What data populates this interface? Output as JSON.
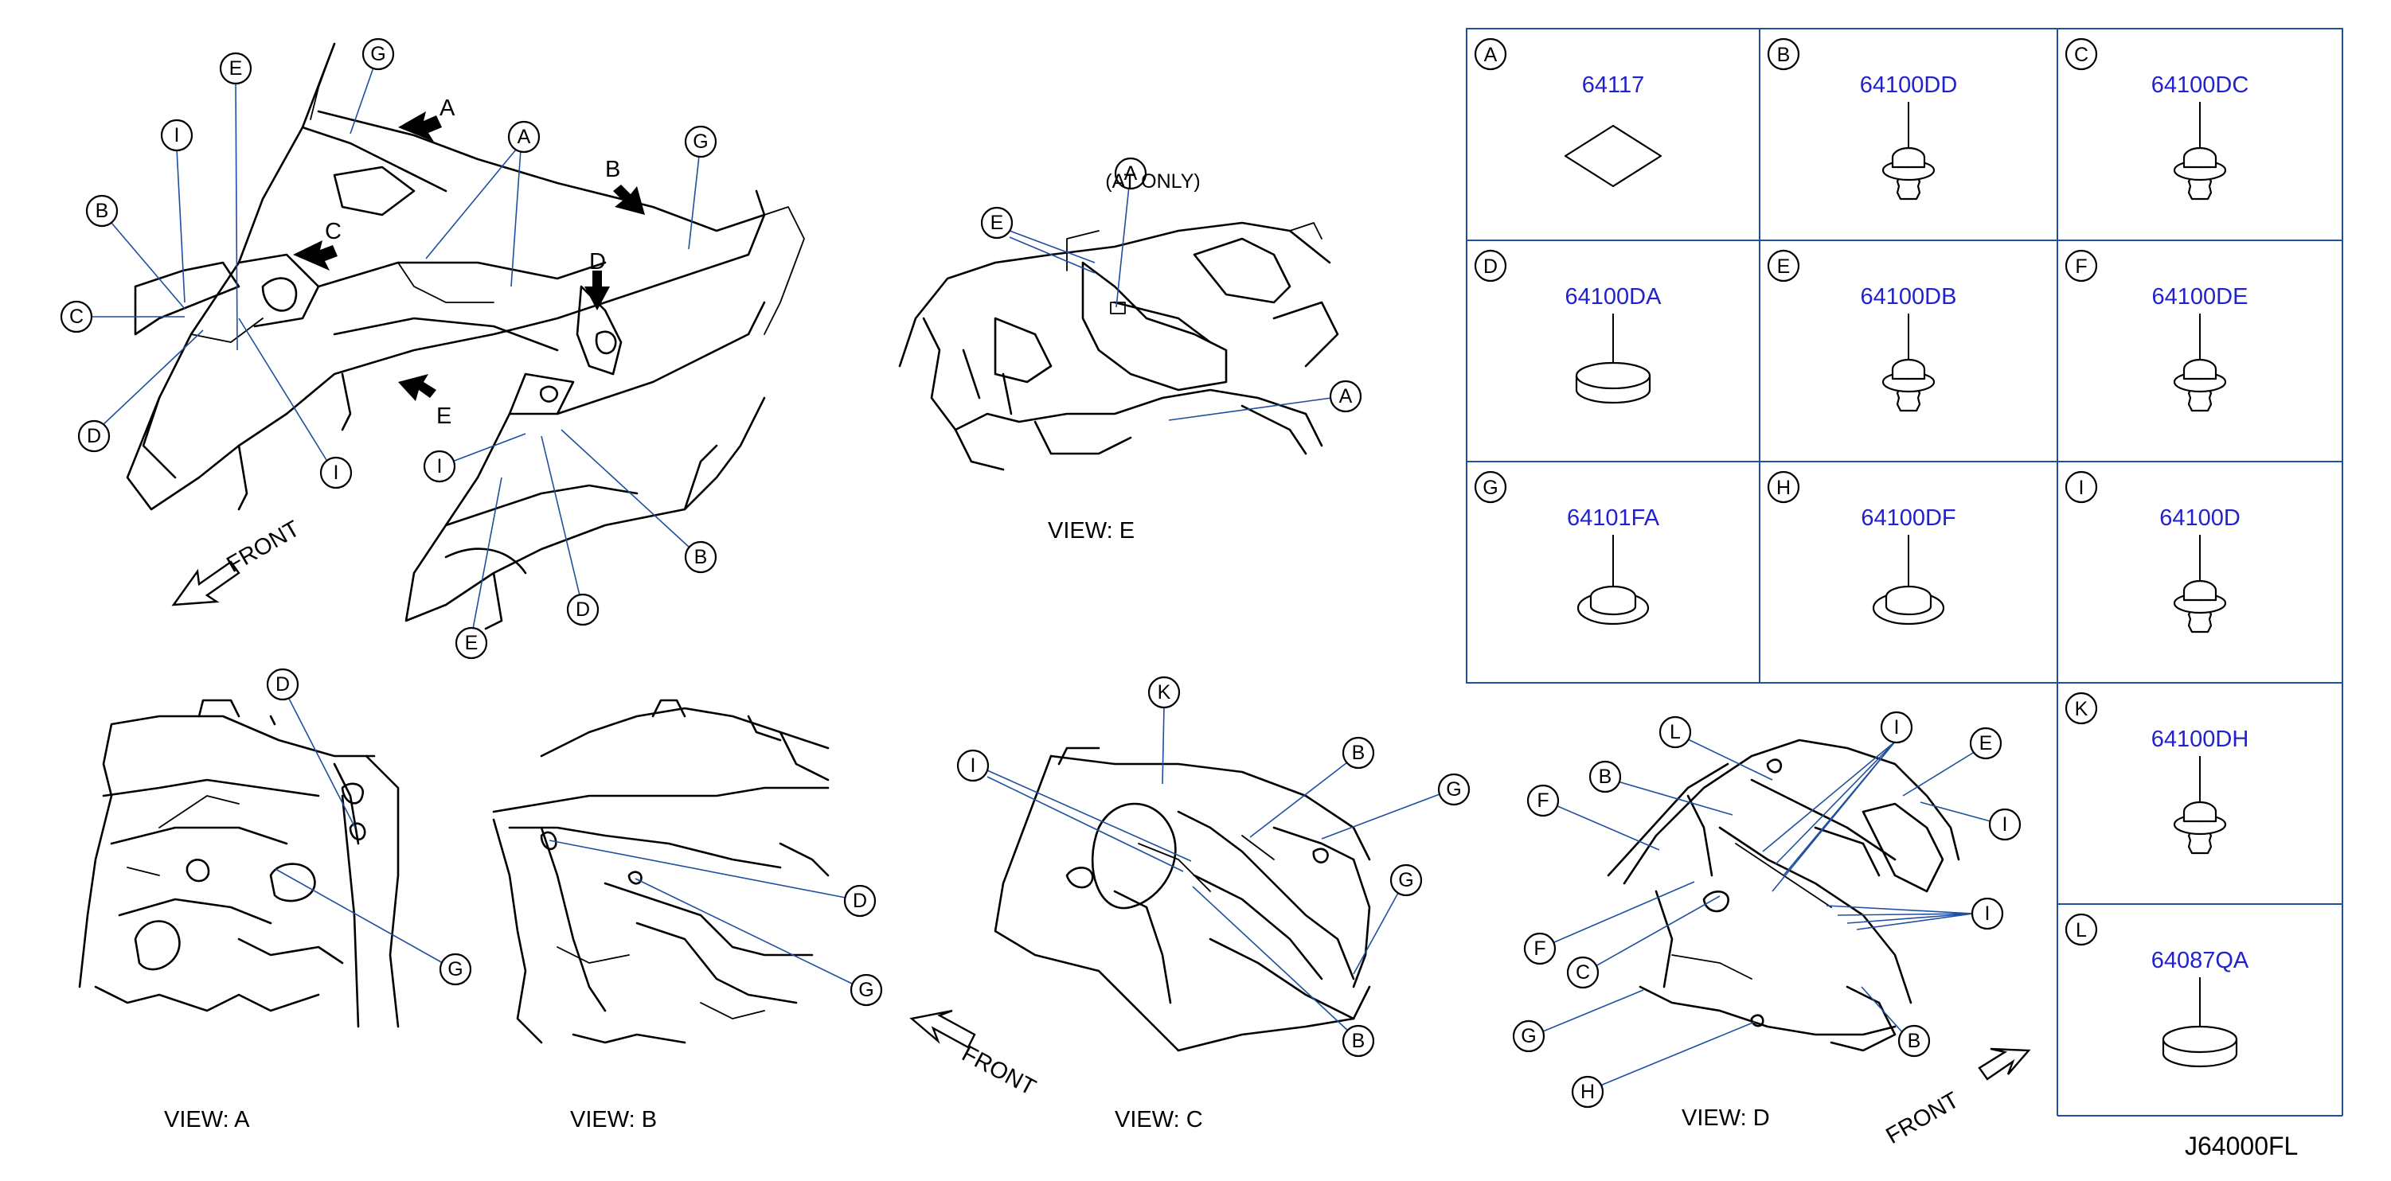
{
  "diagram_code": "J64000FL",
  "front_label": "FRONT",
  "arrows": {
    "a": "A",
    "b": "B",
    "c": "C",
    "d": "D",
    "e": "E"
  },
  "callout_letters": {
    "a": "A",
    "b": "B",
    "c": "C",
    "d": "D",
    "e": "E",
    "f": "F",
    "g": "G",
    "h": "H",
    "i": "I",
    "k": "K",
    "l": "L"
  },
  "view_e": {
    "title": "VIEW:  E",
    "note": "(AT   ONLY)"
  },
  "views": {
    "a": "VIEW:  A",
    "b": "VIEW:  B",
    "c": "VIEW:  C",
    "d": "VIEW:  D"
  },
  "parts": [
    {
      "key": "A",
      "part_number": "64117",
      "shape": "pad"
    },
    {
      "key": "B",
      "part_number": "64100DD",
      "shape": "clip"
    },
    {
      "key": "C",
      "part_number": "64100DC",
      "shape": "clip"
    },
    {
      "key": "D",
      "part_number": "64100DA",
      "shape": "cap"
    },
    {
      "key": "E",
      "part_number": "64100DB",
      "shape": "clip"
    },
    {
      "key": "F",
      "part_number": "64100DE",
      "shape": "clip"
    },
    {
      "key": "G",
      "part_number": "64101FA",
      "shape": "grommet"
    },
    {
      "key": "H",
      "part_number": "64100DF",
      "shape": "grommet"
    },
    {
      "key": "I",
      "part_number": "64100D",
      "shape": "clip"
    },
    {
      "key": "K",
      "part_number": "64100DH",
      "shape": "clip"
    },
    {
      "key": "L",
      "part_number": "64087QA",
      "shape": "cap"
    }
  ],
  "colors": {
    "leader": "#1f4f9e",
    "part_number": "#2222cc",
    "grid": "#1f4f9e"
  }
}
